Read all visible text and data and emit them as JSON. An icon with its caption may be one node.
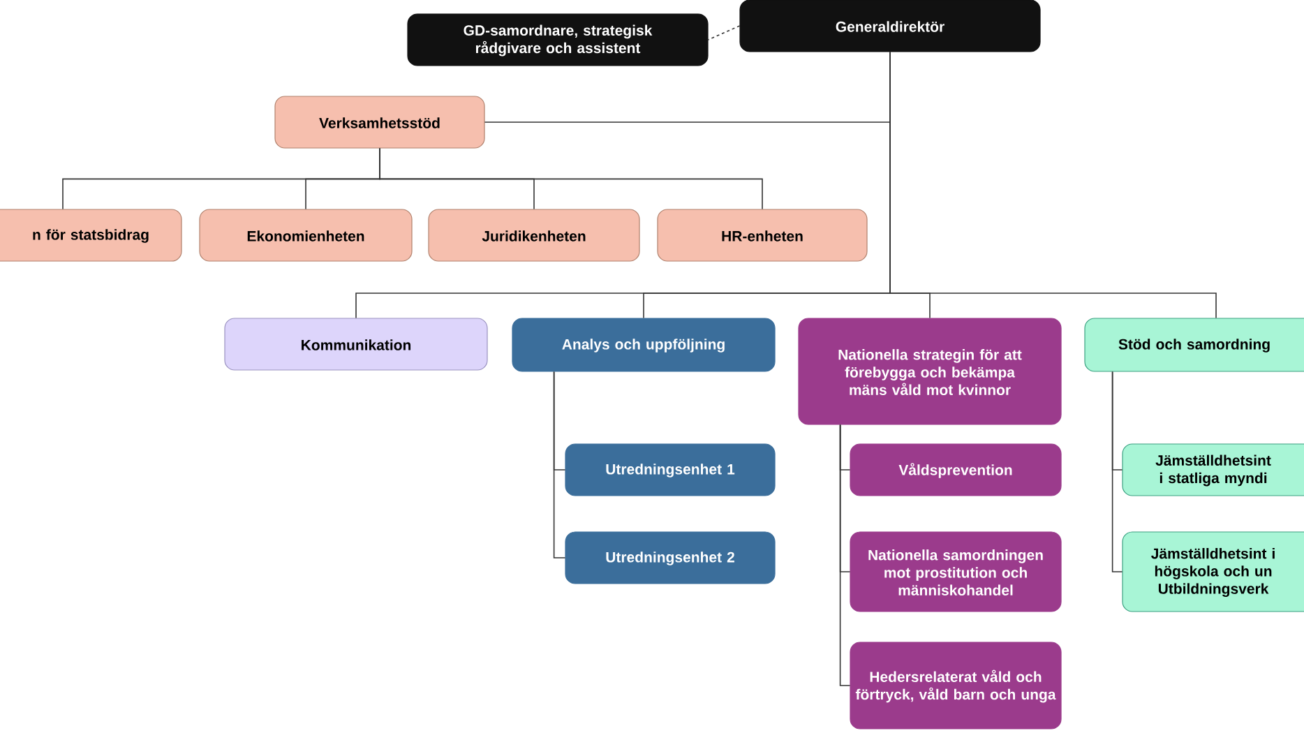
{
  "diagram": {
    "nodes": [
      {
        "text": [
          "Generaldirektör"
        ]
      },
      {
        "text": [
          "GD-samordnare, strategisk rådgivare och assistent"
        ]
      },
      {
        "text": [
          "Verksamhetsstöd"
        ]
      },
      {
        "text": [
          "n för statsbidrag"
        ]
      },
      {
        "text": [
          "Ekonomienheten"
        ]
      },
      {
        "text": [
          "Juridikenheten"
        ]
      },
      {
        "text": [
          "HR-enheten"
        ]
      },
      {
        "text": [
          "Kommunikation"
        ]
      },
      {
        "text": [
          "Analys och uppföljning"
        ]
      },
      {
        "text": [
          "Nationella strategin för att förebygga och bekämpa mäns våld mot kvinnor"
        ]
      },
      {
        "text": [
          "Stöd och samordning"
        ]
      },
      {
        "text": [
          "Utredningsenhet 1"
        ]
      },
      {
        "text": [
          "Utredningsenhet 2"
        ]
      },
      {
        "text": [
          "Våldsprevention"
        ]
      },
      {
        "text": [
          "Nationella samordningen mot prostitution och människohandel"
        ]
      },
      {
        "text": [
          "Hedersrelaterat våld och förtryck, våld barn och unga"
        ]
      },
      {
        "text": [
          "Jämställdhetsint i statliga myndi"
        ]
      },
      {
        "text": [
          "Jämställdhetsint i högskola och un Utbildningsverk"
        ]
      }
    ],
    "edges": [
      {
        "from": 0,
        "to": 1,
        "arrow": "none",
        "style": "dashed"
      },
      {
        "from": 0,
        "to": 2,
        "arrow": "none"
      },
      {
        "from": 2,
        "to": 3,
        "arrow": "none"
      },
      {
        "from": 2,
        "to": 4,
        "arrow": "none"
      },
      {
        "from": 2,
        "to": 5,
        "arrow": "none"
      },
      {
        "from": 2,
        "to": 6,
        "arrow": "none"
      },
      {
        "from": 0,
        "to": 7,
        "arrow": "none"
      },
      {
        "from": 0,
        "to": 8,
        "arrow": "none"
      },
      {
        "from": 0,
        "to": 9,
        "arrow": "none"
      },
      {
        "from": 0,
        "to": 10,
        "arrow": "none"
      },
      {
        "from": 8,
        "to": 11,
        "arrow": "none"
      },
      {
        "from": 8,
        "to": 12,
        "arrow": "none"
      },
      {
        "from": 9,
        "to": 13,
        "arrow": "none"
      },
      {
        "from": 9,
        "to": 14,
        "arrow": "none"
      },
      {
        "from": 9,
        "to": 15,
        "arrow": "none"
      },
      {
        "from": 10,
        "to": 16,
        "arrow": "none"
      },
      {
        "from": 10,
        "to": 17,
        "arrow": "none"
      }
    ]
  }
}
